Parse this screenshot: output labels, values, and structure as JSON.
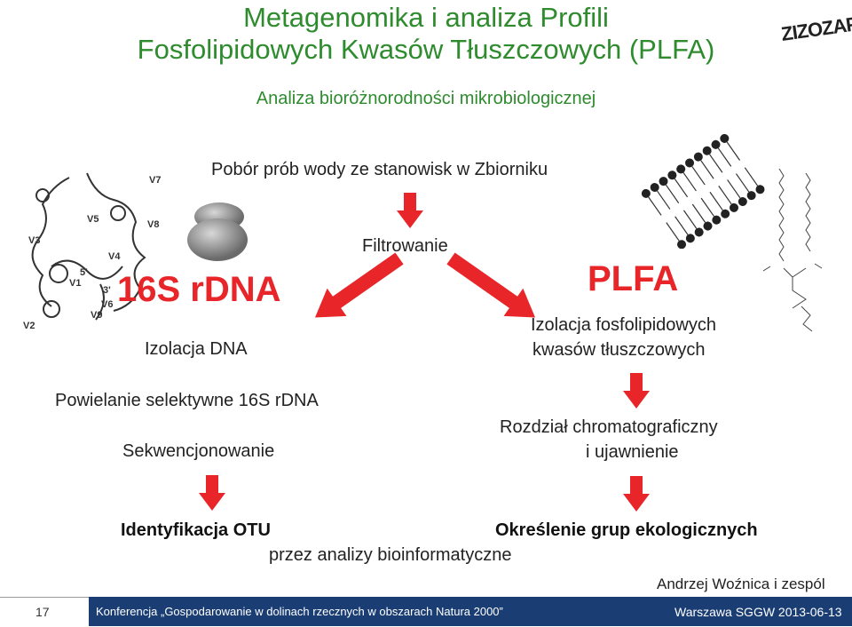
{
  "title_line1": "Metagenomika i analiza Profili",
  "title_line2": "Fosfolipidowych Kwasów Tłuszczowych (PLFA)",
  "logo_text": "ZIZOZAP",
  "subtitle": "Analiza bioróżnorodności mikrobiologicznej",
  "step_sampling": "Pobór prób wody ze stanowisk w Zbiorniku",
  "step_filtering": "Filtrowanie",
  "left": {
    "heading": "16S rDNA",
    "isolation": "Izolacja DNA",
    "amplification": "Powielanie  selektywne 16S rDNA",
    "sequencing": "Sekwencjonowanie",
    "result": "Identyfikacja OTU"
  },
  "right": {
    "heading": "PLFA",
    "isolation_line1": "Izolacja fosfolipidowych",
    "isolation_line2": "kwasów tłuszczowych",
    "separation_line1": "Rozdział chromatograficzny",
    "separation_line2": "i ujawnienie",
    "result": "Określenie grup ekologicznych"
  },
  "bioinformatics": "przez analizy bioinformatyczne",
  "author": "Andrzej Woźnica i zespól",
  "footer": {
    "slide_number": "17",
    "conference": "Konferencja  „Gospodarowanie  w dolinach rzecznych w obszarach Natura 2000”",
    "place_date": "Warszawa SGGW 2013-06-13"
  },
  "rrna_labels": [
    "V7",
    "V5",
    "V8",
    "V3",
    "V4",
    "V1",
    "V6",
    "V9",
    "V2",
    "5'",
    "3'"
  ],
  "colors": {
    "title": "#2e8b2e",
    "accent": "#e8262a",
    "footer": "#1a3d73"
  }
}
